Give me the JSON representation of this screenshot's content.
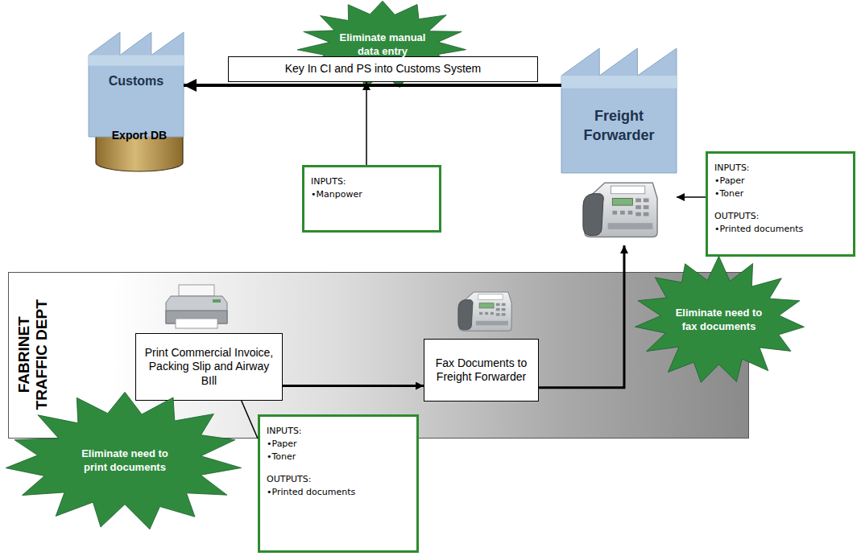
{
  "diagram": {
    "nodes": [
      {
        "text": [
          "Customs"
        ]
      },
      {
        "text": [
          "Export DB"
        ],
        "in": 0
      },
      {
        "text": [
          "Eliminate manual data entry"
        ]
      },
      {
        "text": [
          "Key In CI and PS into Customs System"
        ]
      },
      {
        "text": [
          "INPUTS:",
          "•Manpower"
        ]
      },
      {
        "text": [
          "Freight Forwarder"
        ]
      },
      {
        "text": [
          "INPUTS:",
          "•Paper",
          "•Toner",
          "OUTPUTS:",
          "•Printed documents"
        ]
      },
      {
        "text": [
          "FABRINET TRAFFIC DEPT"
        ]
      },
      {
        "text": [
          "Print Commercial Invoice, Packing Slip and Airway BIll"
        ],
        "in": 7
      },
      {
        "text": [
          "Fax Documents to Freight Forwarder"
        ],
        "in": 7
      },
      {
        "text": [
          "Eliminate need to fax documents"
        ]
      },
      {
        "text": [
          "Eliminate need to print documents"
        ]
      },
      {
        "text": [
          "INPUTS:",
          "•Paper",
          "•Toner",
          "OUTPUTS:",
          "•Printed documents"
        ]
      }
    ],
    "edges": [
      {
        "from": 8,
        "to": 9,
        "arrow": "to"
      },
      {
        "from": 9,
        "to": 5,
        "arrow": "to"
      },
      {
        "from": 5,
        "to": 0,
        "arrow": "to"
      },
      {
        "from": 4,
        "to": 3,
        "arrow": "to"
      },
      {
        "from": 6,
        "to": 5,
        "arrow": "to"
      },
      {
        "from": 8,
        "to": 12,
        "arrow": "none"
      }
    ]
  }
}
